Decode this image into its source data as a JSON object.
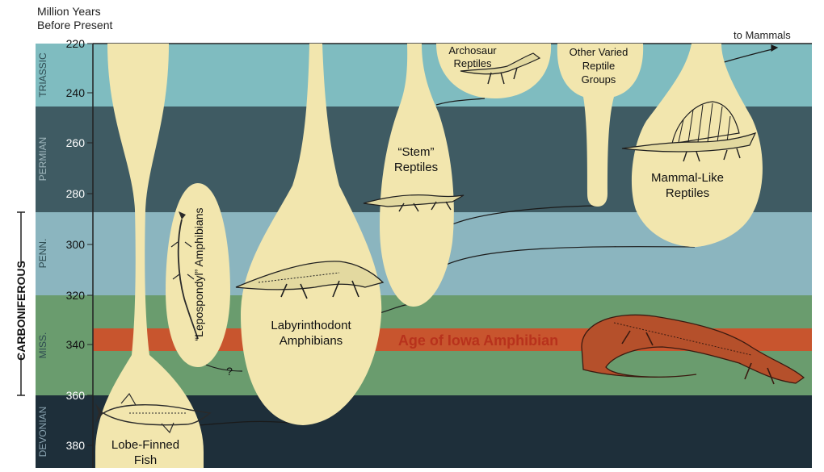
{
  "header": {
    "axis_title_line1": "Million Years",
    "axis_title_line2": "Before Present",
    "to_mammals": "to Mammals"
  },
  "axis": {
    "ticks": [
      "220",
      "240",
      "260",
      "280",
      "300",
      "320",
      "340",
      "360",
      "380"
    ]
  },
  "periods": {
    "triassic": "TRIASSIC",
    "permian": "PERMIAN",
    "penn": "PENN.",
    "miss": "MISS.",
    "devonian": "DEVONIAN",
    "carboniferous": "CARBONIFEROUS"
  },
  "groups": {
    "archosaur_l1": "Archosaur",
    "archosaur_l2": "Reptiles",
    "other_l1": "Other Varied",
    "other_l2": "Reptile",
    "other_l3": "Groups",
    "stem_l1": "“Stem”",
    "stem_l2": "Reptiles",
    "mammal_l1": "Mammal-Like",
    "mammal_l2": "Reptiles",
    "lepospondyl": "“Lepospondyl” Amphibians",
    "laby_l1": "Labyrinthodont",
    "laby_l2": "Amphibians",
    "fish_l1": "Lobe-Finned",
    "fish_l2": "Fish",
    "question": "?"
  },
  "age_band": "Age of Iowa Amphibian",
  "colors": {
    "triassic": "#7fbcc0",
    "permian": "#3f5b63",
    "penn": "#8bb5bf",
    "miss": "#6a9c6e",
    "devonian": "#1e2f3a",
    "age_band": "#c8552e",
    "bubble": "#f2e6ae",
    "age_text": "#b8321c",
    "fossil": "#2a2a2a",
    "iowa": "#b5502b"
  }
}
